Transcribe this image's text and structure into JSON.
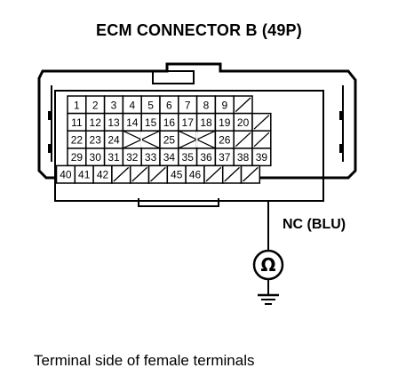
{
  "title": "ECM CONNECTOR B (49P)",
  "caption": "Terminal side of female terminals",
  "probe_label": "NC (BLU)",
  "meter_symbol": "Ω",
  "rows": [
    [
      "1",
      "2",
      "3",
      "4",
      "5",
      "6",
      "7",
      "8",
      "9",
      ""
    ],
    [
      "11",
      "12",
      "13",
      "14",
      "15",
      "16",
      "17",
      "18",
      "19",
      "20",
      ""
    ],
    [
      "22",
      "23",
      "24",
      "",
      "",
      "25",
      "",
      "",
      "26",
      "",
      ""
    ],
    [
      "29",
      "30",
      "31",
      "32",
      "33",
      "34",
      "35",
      "36",
      "37",
      "38",
      "39"
    ],
    [
      "40",
      "41",
      "42",
      "",
      "",
      "",
      "45",
      "46",
      "",
      "",
      ""
    ]
  ],
  "highlight_terminal": "38",
  "icons": {
    "meter": "ohmmeter-icon",
    "ground": "ground-icon"
  }
}
